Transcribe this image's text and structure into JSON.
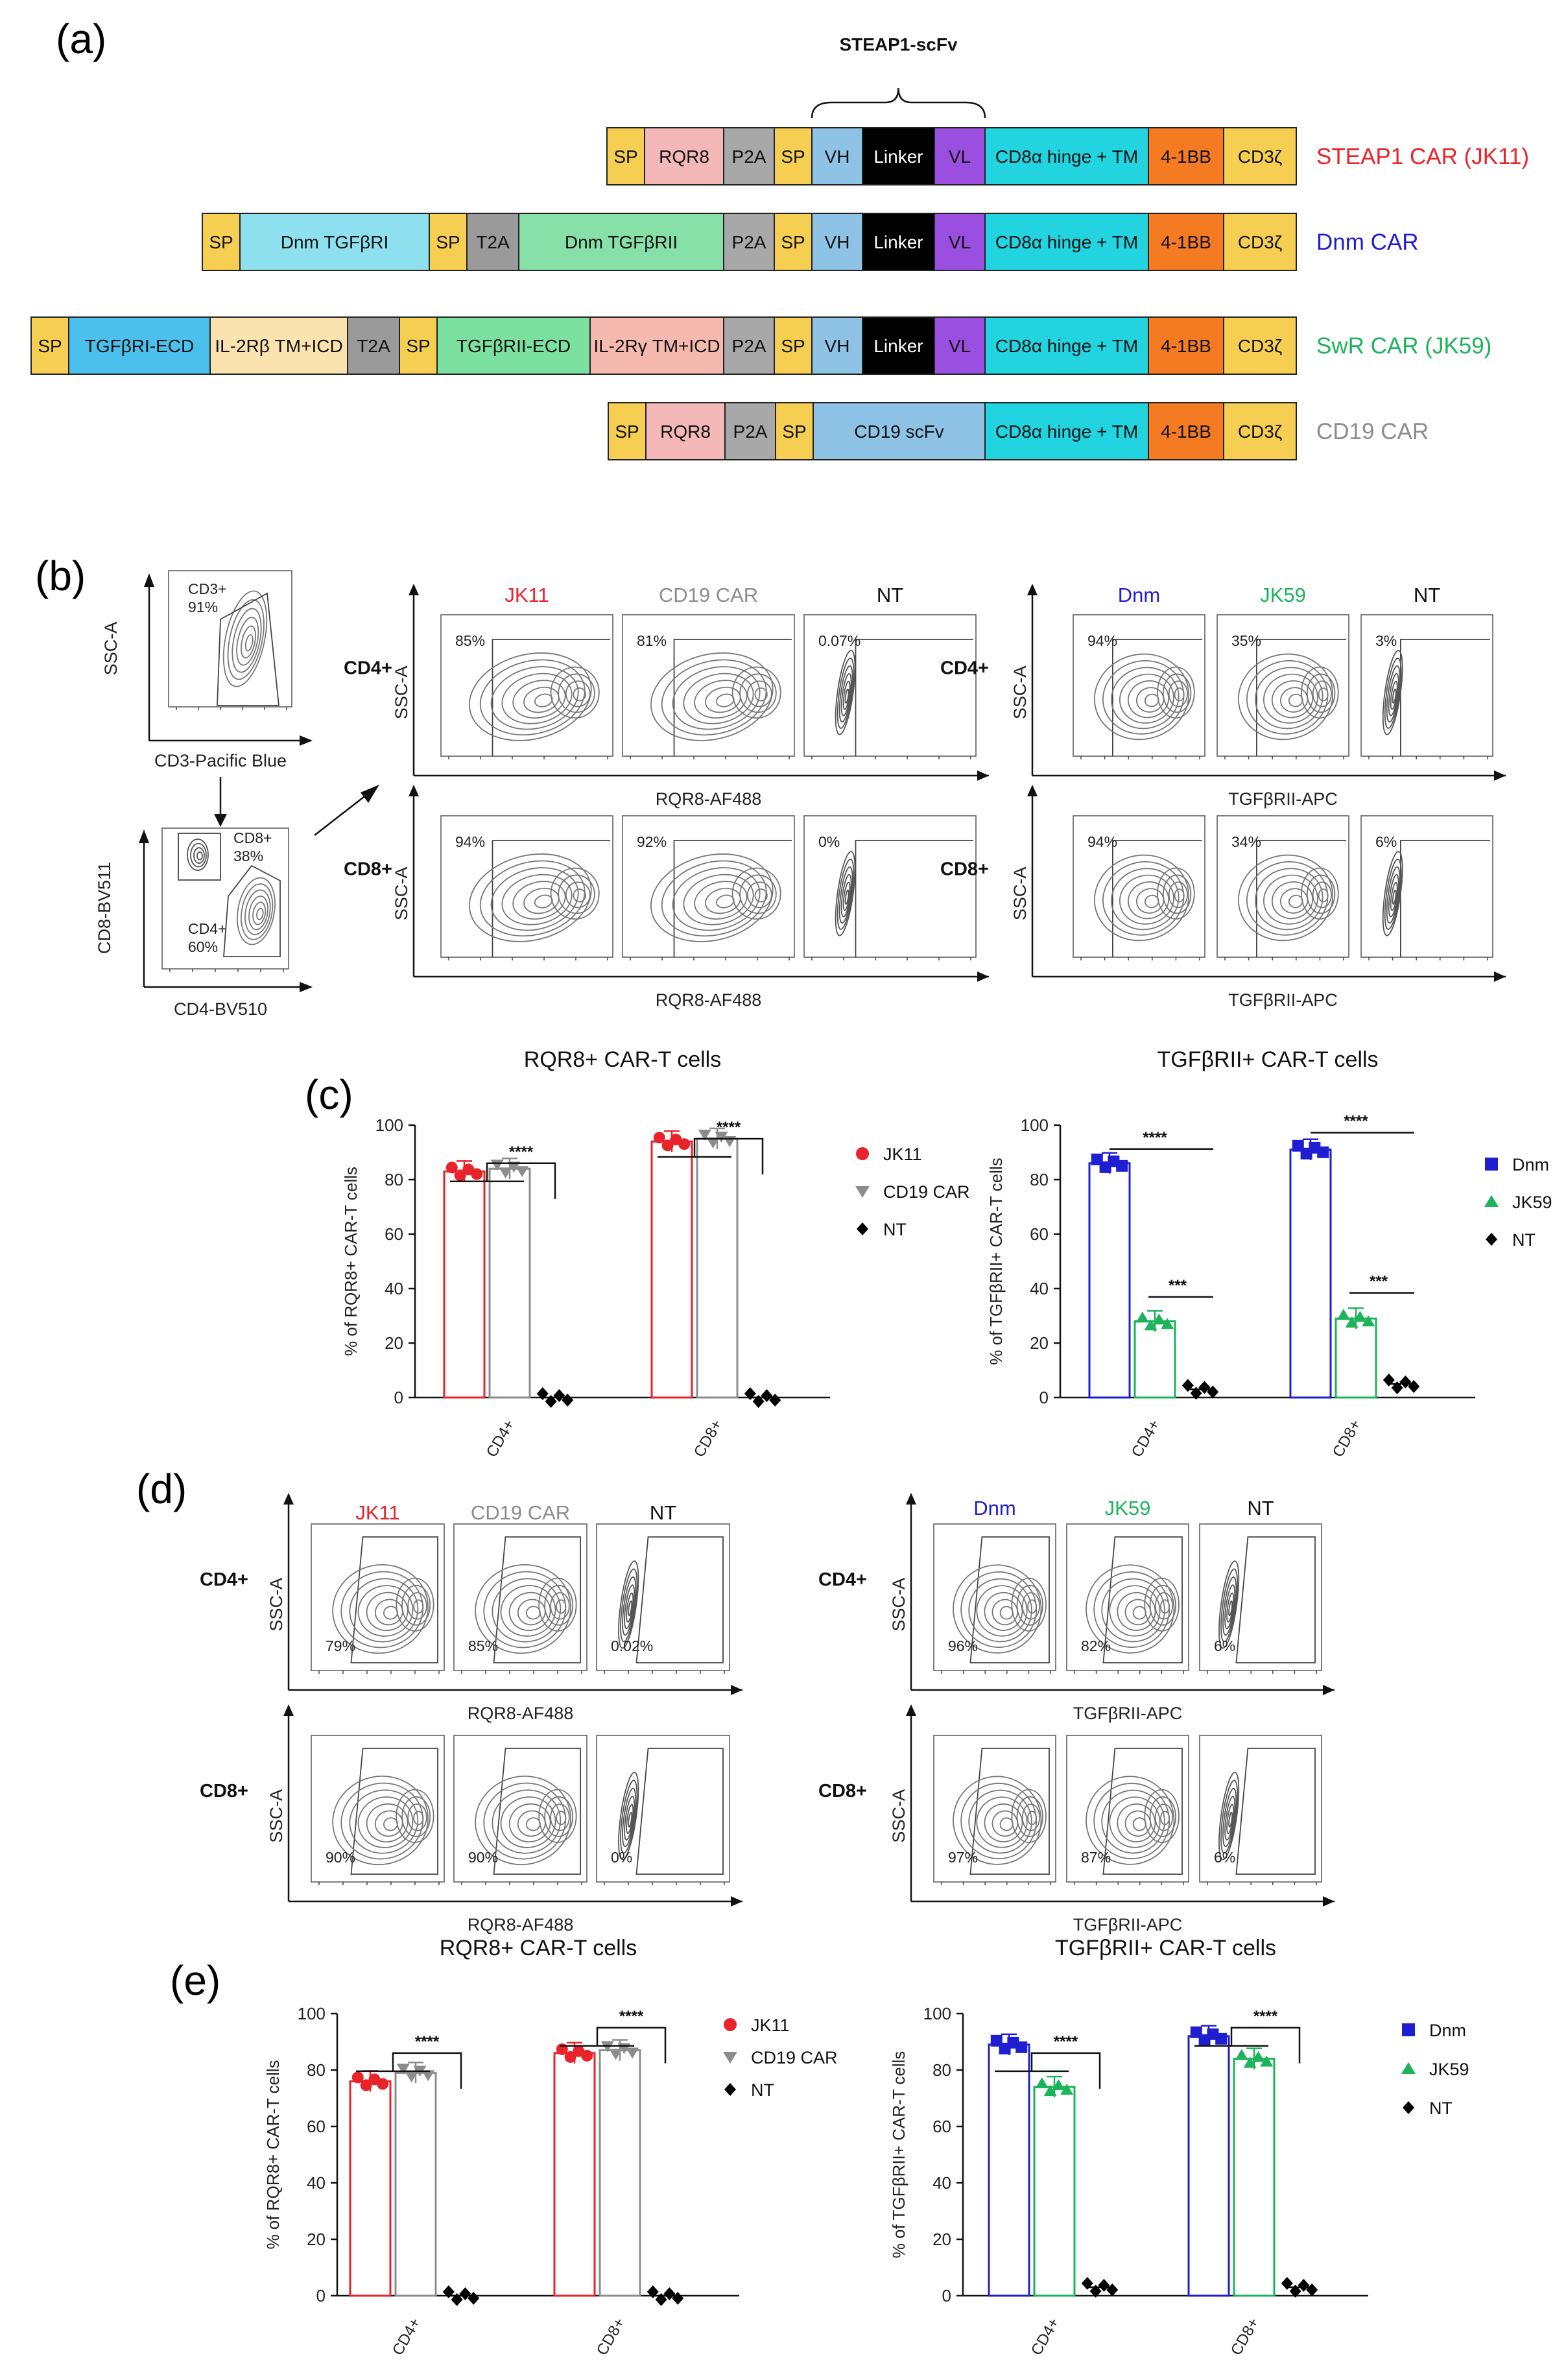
{
  "colors": {
    "jk11": "#e8232a",
    "cd19": "#8c8c8c",
    "nt": "#000000",
    "dnm": "#1f1fd1",
    "jk59": "#1db35a",
    "sp": "#f6cf52",
    "rqr8": "#f5b8b8",
    "p2a": "#a8a8a8",
    "vh": "#8ec3e6",
    "linker": "#000000",
    "vl": "#9a4fe0",
    "hinge": "#22d3e0",
    "bb41": "#f47b22",
    "cd3z": "#f6cf52",
    "dnm1": "#8fe0ee",
    "dnm2": "#86e0a8",
    "t2a": "#9a9a9a",
    "ecd1": "#4cc0ec",
    "il2rb": "#fbe3b0",
    "ecd2": "#7ce0a0",
    "il2rg": "#f6b9b0",
    "cd19scfv": "#8ec3e6",
    "contour": "#777777"
  },
  "panel_a": {
    "label": "(a)",
    "brace_label": "STEAP1-scFv",
    "constructs": [
      {
        "name": "STEAP1 CAR (JK11)",
        "color": "#e8232a",
        "segments": [
          "SP",
          "RQR8",
          "P2A",
          "SP",
          "VH",
          "Linker",
          "VL",
          "CD8α hinge + TM",
          "4-1BB",
          "CD3ζ"
        ]
      },
      {
        "name": "Dnm CAR",
        "color": "#1f1fd1",
        "segments": [
          "SP",
          "Dnm TGFβRI",
          "SP",
          "T2A",
          "Dnm TGFβRII",
          "P2A",
          "SP",
          "VH",
          "Linker",
          "VL",
          "CD8α hinge + TM",
          "4-1BB",
          "CD3ζ"
        ]
      },
      {
        "name": "SwR CAR (JK59)",
        "color": "#1db35a",
        "segments": [
          "SP",
          "TGFβRI-ECD",
          "IL-2Rβ TM+ICD",
          "T2A",
          "SP",
          "TGFβRII-ECD",
          "IL-2Rγ TM+ICD",
          "P2A",
          "SP",
          "VH",
          "Linker",
          "VL",
          "CD8α hinge + TM",
          "4-1BB",
          "CD3ζ"
        ]
      },
      {
        "name": "CD19 CAR",
        "color": "#8c8c8c",
        "segments": [
          "SP",
          "RQR8",
          "P2A",
          "SP",
          "CD19 scFv",
          "CD8α hinge + TM",
          "4-1BB",
          "CD3ζ"
        ]
      }
    ]
  },
  "panel_b": {
    "label": "(b)",
    "gate1": {
      "gate": "CD3+",
      "pct": "91%",
      "ylabel": "SSC-A",
      "xlabel": "CD3-Pacific Blue"
    },
    "gate2": {
      "gate_a": "CD8+",
      "pct_a": "38%",
      "gate_b": "CD4+",
      "pct_b": "60%",
      "ylabel": "CD8-BV511",
      "xlabel": "CD4-BV510"
    },
    "left": {
      "cols": [
        "JK11",
        "CD19 CAR",
        "NT"
      ],
      "rows": [
        {
          "name": "CD4+",
          "pcts": [
            "85%",
            "81%",
            "0.07%"
          ]
        },
        {
          "name": "CD8+",
          "pcts": [
            "94%",
            "92%",
            "0%"
          ]
        }
      ],
      "ylabel": "SSC-A",
      "xlabel": "RQR8-AF488"
    },
    "right": {
      "cols": [
        "Dnm",
        "JK59",
        "NT"
      ],
      "rows": [
        {
          "name": "CD4+",
          "pcts": [
            "94%",
            "35%",
            "3%"
          ]
        },
        {
          "name": "CD8+",
          "pcts": [
            "94%",
            "34%",
            "6%"
          ]
        }
      ],
      "ylabel": "SSC-A",
      "xlabel": "TGFβRII-APC"
    }
  },
  "panel_c": {
    "label": "(c)",
    "charts": [
      {
        "title": "RQR8+ CAR-T cells",
        "ylabel": "% of RQR8+ CAR-T cells",
        "ylim": [
          0,
          100
        ],
        "yticks": [
          0,
          20,
          40,
          60,
          80,
          100
        ],
        "categories": [
          "CD4+",
          "CD8+"
        ],
        "series": [
          {
            "name": "JK11",
            "values": [
              83,
              94
            ]
          },
          {
            "name": "CD19 CAR",
            "values": [
              84,
              95
            ]
          },
          {
            "name": "NT",
            "values": [
              0,
              0
            ]
          }
        ],
        "sig": [
          "****",
          "****"
        ]
      },
      {
        "title": "TGFβRII+ CAR-T cells",
        "ylabel": "% of TGFβRII+ CAR-T cells",
        "ylim": [
          0,
          100
        ],
        "yticks": [
          0,
          20,
          40,
          60,
          80,
          100
        ],
        "categories": [
          "CD4+",
          "CD8+"
        ],
        "series": [
          {
            "name": "Dnm",
            "values": [
              86,
              91
            ]
          },
          {
            "name": "JK59",
            "values": [
              28,
              29
            ]
          },
          {
            "name": "NT",
            "values": [
              3,
              5
            ]
          }
        ],
        "sig": [
          "****",
          "***",
          "****",
          "***"
        ]
      }
    ]
  },
  "panel_d": {
    "label": "(d)",
    "left": {
      "cols": [
        "JK11",
        "CD19 CAR",
        "NT"
      ],
      "rows": [
        {
          "name": "CD4+",
          "pcts": [
            "79%",
            "85%",
            "0.02%"
          ]
        },
        {
          "name": "CD8+",
          "pcts": [
            "90%",
            "90%",
            "0%"
          ]
        }
      ],
      "ylabel": "SSC-A",
      "xlabel": "RQR8-AF488"
    },
    "right": {
      "cols": [
        "Dnm",
        "JK59",
        "NT"
      ],
      "rows": [
        {
          "name": "CD4+",
          "pcts": [
            "96%",
            "82%",
            "6%"
          ]
        },
        {
          "name": "CD8+",
          "pcts": [
            "97%",
            "87%",
            "6%"
          ]
        }
      ],
      "ylabel": "SSC-A",
      "xlabel": "TGFβRII-APC"
    }
  },
  "panel_e": {
    "label": "(e)",
    "charts": [
      {
        "title": "RQR8+ CAR-T cells",
        "ylabel": "% of RQR8+ CAR-T cells",
        "ylim": [
          0,
          100
        ],
        "yticks": [
          0,
          20,
          40,
          60,
          80,
          100
        ],
        "categories": [
          "CD4+",
          "CD8+"
        ],
        "series": [
          {
            "name": "JK11",
            "values": [
              76,
              86
            ]
          },
          {
            "name": "CD19 CAR",
            "values": [
              79,
              87
            ]
          },
          {
            "name": "NT",
            "values": [
              0,
              0
            ]
          }
        ],
        "sig": [
          "****",
          "****"
        ]
      },
      {
        "title": "TGFβRII+ CAR-T cells",
        "ylabel": "% of TGFβRII+ CAR-T cells",
        "ylim": [
          0,
          100
        ],
        "yticks": [
          0,
          20,
          40,
          60,
          80,
          100
        ],
        "categories": [
          "CD4+",
          "CD8+"
        ],
        "series": [
          {
            "name": "Dnm",
            "values": [
              89,
              92
            ]
          },
          {
            "name": "JK59",
            "values": [
              74,
              84
            ]
          },
          {
            "name": "NT",
            "values": [
              3,
              3
            ]
          }
        ],
        "sig": [
          "****",
          "****"
        ]
      }
    ]
  }
}
